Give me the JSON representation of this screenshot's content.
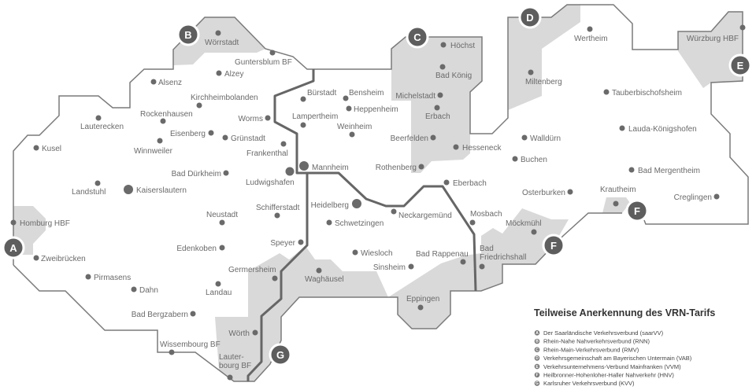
{
  "map": {
    "colors": {
      "region_fill": "#d9d9d9",
      "border": "#7a7a7a",
      "rail": "#666666",
      "badge": "#5e5e5e",
      "text": "#6a6a6a"
    },
    "cities": [
      {
        "name": "Wörrstadt"
      },
      {
        "name": "Guntersblum BF"
      },
      {
        "name": "Alzey"
      },
      {
        "name": "Alsenz"
      },
      {
        "name": "Kirchheimbolanden"
      },
      {
        "name": "Rockenhausen"
      },
      {
        "name": "Lauterecken"
      },
      {
        "name": "Kusel"
      },
      {
        "name": "Eisenberg"
      },
      {
        "name": "Grünstadt"
      },
      {
        "name": "Winnweiler"
      },
      {
        "name": "Worms"
      },
      {
        "name": "Frankenthal"
      },
      {
        "name": "Bad Dürkheim"
      },
      {
        "name": "Ludwigshafen"
      },
      {
        "name": "Mannheim"
      },
      {
        "name": "Landstuhl"
      },
      {
        "name": "Kaiserslautern"
      },
      {
        "name": "Bürstadt"
      },
      {
        "name": "Bensheim"
      },
      {
        "name": "Heppenheim"
      },
      {
        "name": "Lampertheim"
      },
      {
        "name": "Weinheim"
      },
      {
        "name": "Höchst"
      },
      {
        "name": "Bad König"
      },
      {
        "name": "Michelstadt"
      },
      {
        "name": "Erbach"
      },
      {
        "name": "Beerfelden"
      },
      {
        "name": "Hesseneck"
      },
      {
        "name": "Rothenberg"
      },
      {
        "name": "Eberbach"
      },
      {
        "name": "Miltenberg"
      },
      {
        "name": "Wertheim"
      },
      {
        "name": "Würzburg HBF"
      },
      {
        "name": "Tauberbischofsheim"
      },
      {
        "name": "Lauda-Königshofen"
      },
      {
        "name": "Walldürn"
      },
      {
        "name": "Buchen"
      },
      {
        "name": "Bad Mergentheim"
      },
      {
        "name": "Osterburken"
      },
      {
        "name": "Krautheim"
      },
      {
        "name": "Creglingen"
      },
      {
        "name": "Mosbach"
      },
      {
        "name": "Möckmühl"
      },
      {
        "name": "Bad Friedrichshall",
        "lines": [
          "Bad",
          "Friedrichshall"
        ]
      },
      {
        "name": "Neckargemünd"
      },
      {
        "name": "Heidelberg"
      },
      {
        "name": "Schwetzingen"
      },
      {
        "name": "Wiesloch"
      },
      {
        "name": "Sinsheim"
      },
      {
        "name": "Bad Rappenau"
      },
      {
        "name": "Eppingen"
      },
      {
        "name": "Waghäusel"
      },
      {
        "name": "Schifferstadt"
      },
      {
        "name": "Neustadt"
      },
      {
        "name": "Speyer"
      },
      {
        "name": "Edenkoben"
      },
      {
        "name": "Germersheim"
      },
      {
        "name": "Landau"
      },
      {
        "name": "Homburg HBF"
      },
      {
        "name": "Zweibrücken"
      },
      {
        "name": "Pirmasens"
      },
      {
        "name": "Dahn"
      },
      {
        "name": "Bad Bergzabern"
      },
      {
        "name": "Wissembourg BF"
      },
      {
        "name": "Wörth"
      },
      {
        "name": "Lauterbourg BF",
        "lines": [
          "Lauter-",
          "bourg BF"
        ]
      }
    ],
    "badges": [
      "A",
      "B",
      "C",
      "D",
      "E",
      "F",
      "F",
      "G"
    ]
  },
  "legend": {
    "title": "Teilweise Anerkennung des VRN-Tarifs",
    "items": [
      {
        "key": "A",
        "label": "Der Saarländische Verkehrsverbund (saarVV)"
      },
      {
        "key": "B",
        "label": "Rhein-Nahe Nahverkehrsverbund (RNN)"
      },
      {
        "key": "C",
        "label": "Rhein-Main-Verkehrsverbund (RMV)"
      },
      {
        "key": "D",
        "label": "Verkehrsgemeinschaft am Bayerischen Untermain (VAB)"
      },
      {
        "key": "E",
        "label": "Verkehrsunternehmens-Verbund Mainfranken (VVM)"
      },
      {
        "key": "F",
        "label": "Heilbronner-Hohenloher-Haller Nahverkehr (HNV)"
      },
      {
        "key": "G",
        "label": "Karlsruher Verkehrsverbund (KVV)"
      }
    ]
  }
}
